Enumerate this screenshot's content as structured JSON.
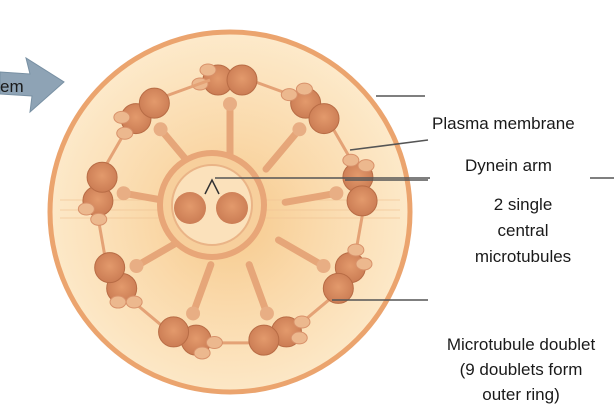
{
  "labels": {
    "partial_label": "em",
    "plasma_membrane": "Plasma membrane",
    "dynein_arm": "Dynein arm",
    "central_microtubules": [
      "2 single",
      "central",
      "microtubules"
    ],
    "doublet": [
      "Microtubule doublet",
      "(9 doublets form",
      "outer ring)"
    ]
  },
  "colors": {
    "membrane": "#e9a06a",
    "cytoplasm": "#fbe2b6",
    "microtubule": "#d4895f",
    "leader_line": "#555555",
    "arrow": "#8ea3b5"
  }
}
